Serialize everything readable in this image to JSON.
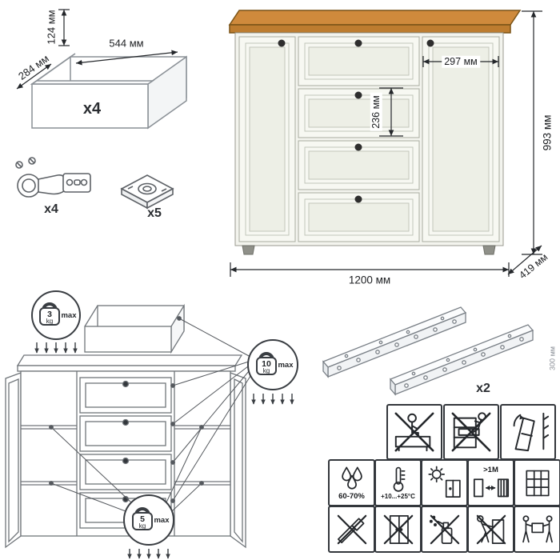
{
  "drawer_box": {
    "height": "124 мм",
    "width": "544 мм",
    "depth": "284 мм",
    "quantity": "x4"
  },
  "hardware": {
    "hinge_quantity": "x4",
    "foot_quantity": "x5"
  },
  "cabinet": {
    "overall_width": "1200 мм",
    "overall_height": "993 мм",
    "overall_depth": "419 мм",
    "door_width": "297 мм",
    "drawer_front_height": "236 мм"
  },
  "load_limits": {
    "top_surface": {
      "value": "3",
      "unit": "kg",
      "qualifier": "max"
    },
    "drawers": {
      "value": "10",
      "unit": "kg",
      "qualifier": "max"
    },
    "shelves": {
      "value": "5",
      "unit": "kg",
      "qualifier": "max"
    }
  },
  "slides": {
    "quantity": "x2",
    "length": "300 мм"
  },
  "care": {
    "humidity_range": "60-70%",
    "temperature_range": "+10...+25°C",
    "heater_distance": ">1M"
  },
  "icons": {
    "row1": [
      "no-sitting",
      "no-climbing",
      "tip-over-warning"
    ],
    "row2": [
      "humidity",
      "temperature",
      "no-direct-sunlight",
      "heater-distance",
      "window-grid"
    ],
    "row3": [
      "no-sharp-tools",
      "no-impacts",
      "no-solvents",
      "no-dragging",
      "carry-together"
    ]
  },
  "colors": {
    "wood_top": "#cf8a3c",
    "body_white": "#f3f4ee",
    "knob_black": "#2e2e2e"
  }
}
